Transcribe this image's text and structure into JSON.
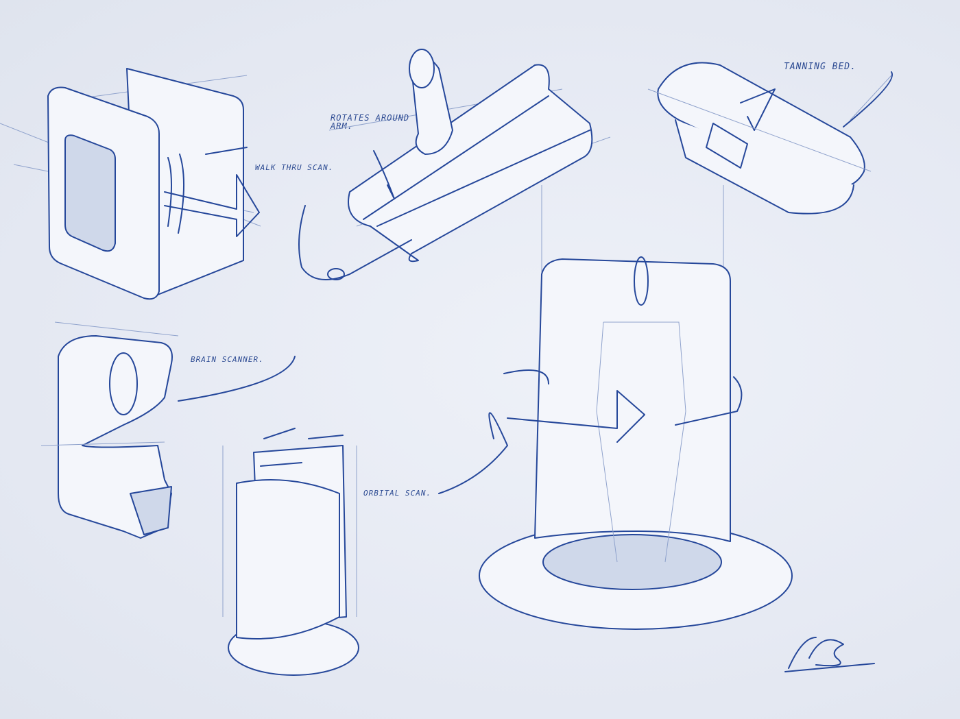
{
  "sketch": {
    "labels": {
      "walk_thru": "WALK THRU SCAN.",
      "rotates": "ROTATES AROUND\nARM.",
      "tanning": "TANNING BED.",
      "brain": "BRAIN SCANNER.",
      "orbital": "ORBITAL SCAN."
    },
    "signature": "VB",
    "colors": {
      "ink": "#25479a",
      "paper": "#e6eaf3"
    }
  }
}
